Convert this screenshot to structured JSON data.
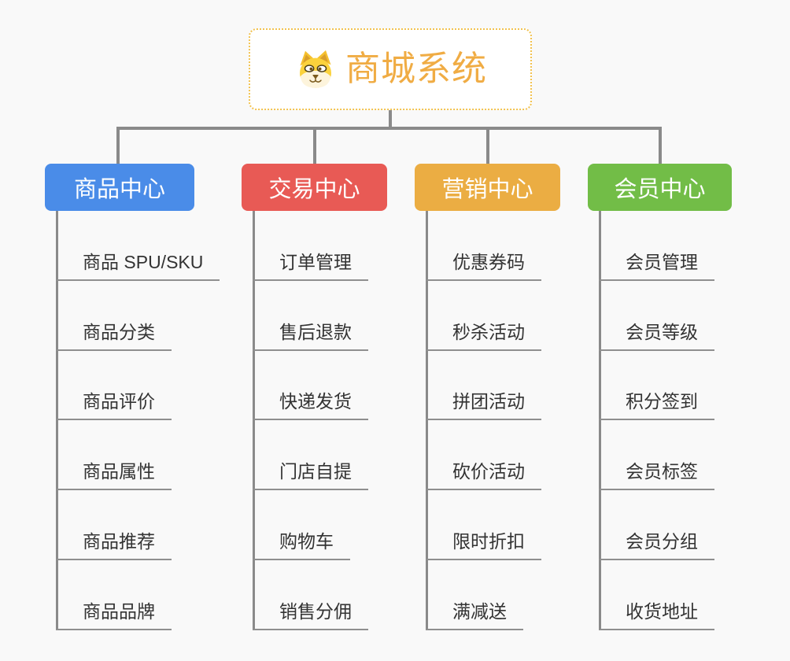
{
  "root": {
    "title": "商城系统",
    "icon": "shiba-dog-icon",
    "accent_color": "#F0AC44",
    "border_color": "#F2C24F"
  },
  "branches": [
    {
      "label": "商品中心",
      "color": "#4A8CE8",
      "children": [
        "商品 SPU/SKU",
        "商品分类",
        "商品评价",
        "商品属性",
        "商品推荐",
        "商品品牌"
      ]
    },
    {
      "label": "交易中心",
      "color": "#E85A55",
      "children": [
        "订单管理",
        "售后退款",
        "快递发货",
        "门店自提",
        "购物车",
        "销售分佣"
      ]
    },
    {
      "label": "营销中心",
      "color": "#EBAD43",
      "children": [
        "优惠券码",
        "秒杀活动",
        "拼团活动",
        "砍价活动",
        "限时折扣",
        "满减送"
      ]
    },
    {
      "label": "会员中心",
      "color": "#72BD47",
      "children": [
        "会员管理",
        "会员等级",
        "积分签到",
        "会员标签",
        "会员分组",
        "收货地址"
      ]
    }
  ],
  "colors": {
    "background": "#f9f9f9",
    "node_background": "#ffffff",
    "connector": "#8a8a8a",
    "child_underline": "#8f8f8f",
    "child_text": "#333333",
    "header_text": "#ffffff"
  }
}
